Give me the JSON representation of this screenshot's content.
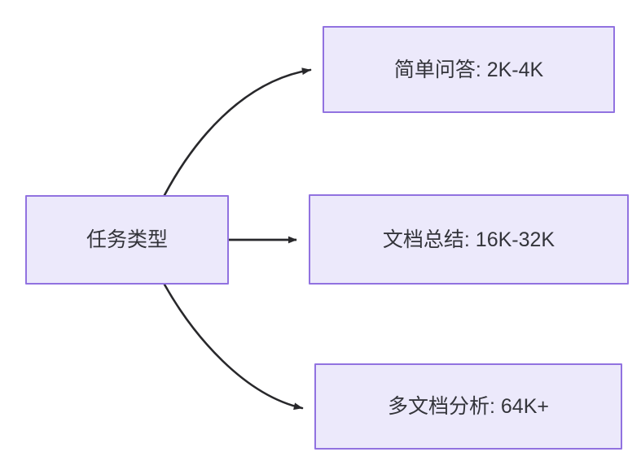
{
  "diagram": {
    "type": "flowchart",
    "direction": "left-to-right",
    "background_color": "#ffffff",
    "node_fill_color": "#ece9fb",
    "node_border_color": "#9172e0",
    "node_text_color": "#33343a",
    "edge_color": "#28282b",
    "root": {
      "id": "node-root",
      "label": "任务类型"
    },
    "branches": [
      {
        "id": "node-simple",
        "label": "简单问答: 2K-4K",
        "task": "简单问答",
        "range": "2K-4K"
      },
      {
        "id": "node-doc",
        "label": "文档总结: 16K-32K",
        "task": "文档总结",
        "range": "16K-32K"
      },
      {
        "id": "node-multi",
        "label": "多文档分析: 64K+",
        "task": "多文档分析",
        "range": "64K+"
      }
    ],
    "edges": [
      {
        "from": "任务类型",
        "to": "简单问答: 2K-4K",
        "style": "curved",
        "arrow": "arrowhead-icon"
      },
      {
        "from": "任务类型",
        "to": "文档总结: 16K-32K",
        "style": "straight",
        "arrow": "arrowhead-icon"
      },
      {
        "from": "任务类型",
        "to": "多文档分析: 64K+",
        "style": "curved",
        "arrow": "arrowhead-icon"
      }
    ]
  }
}
